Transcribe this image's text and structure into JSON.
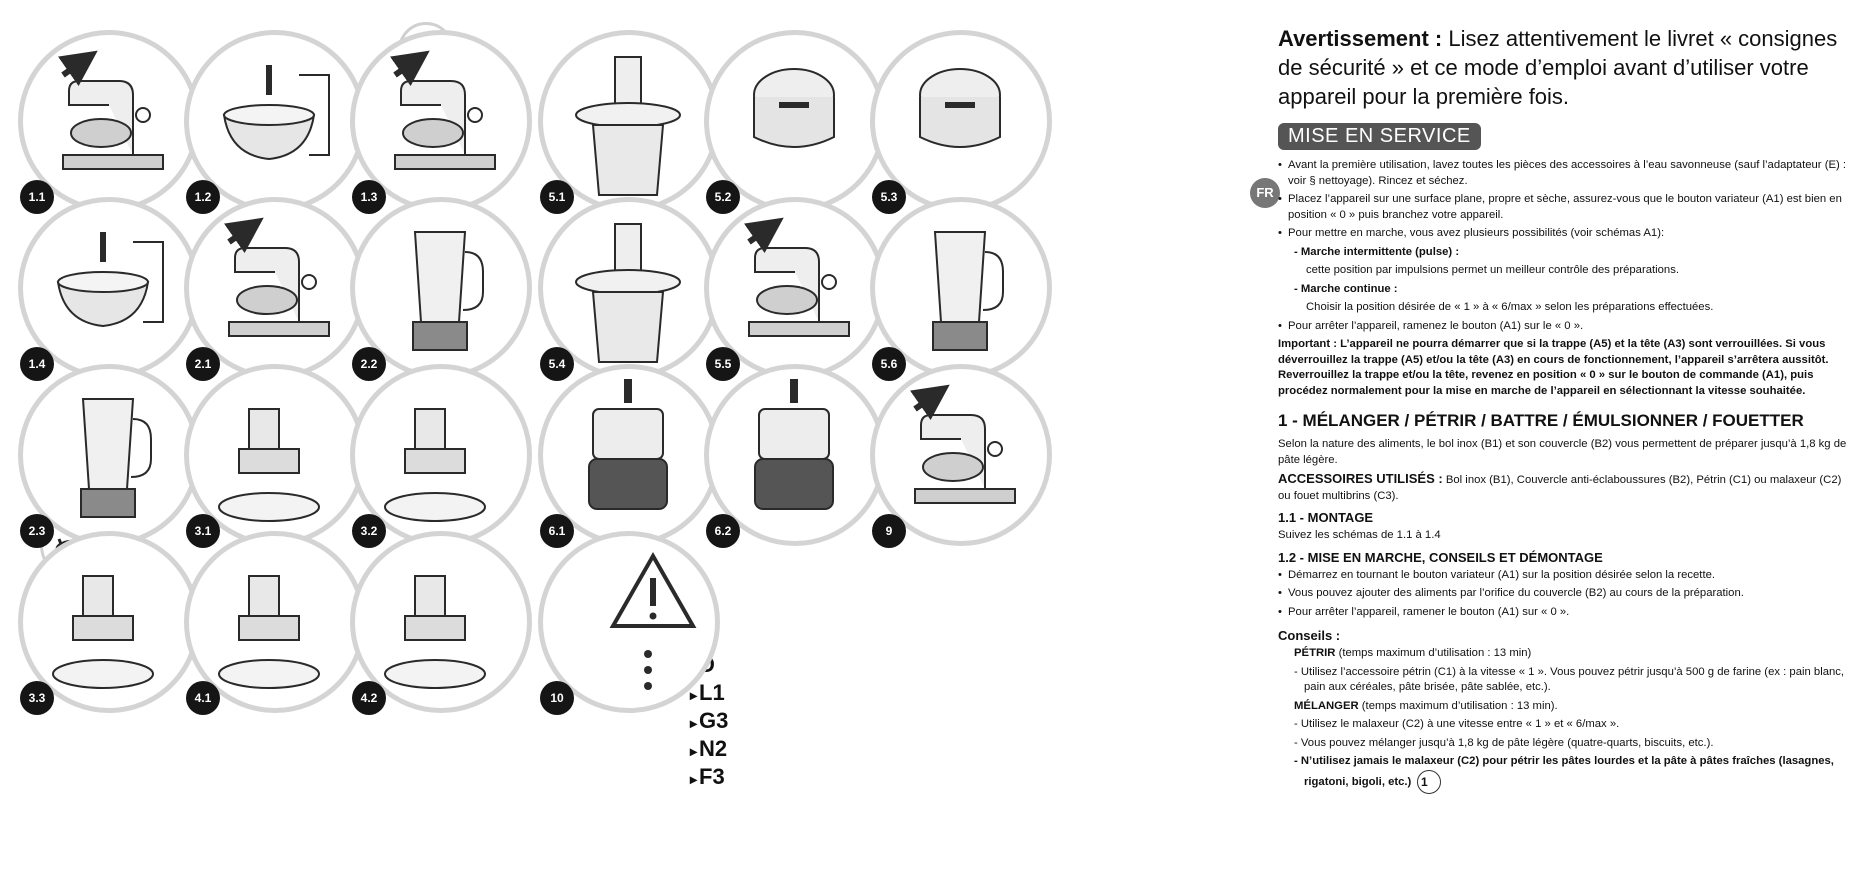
{
  "figures": [
    {
      "id": "1.1",
      "kind": "mixer"
    },
    {
      "id": "1.2",
      "kind": "bowl"
    },
    {
      "id": "1.3",
      "kind": "mixer"
    },
    {
      "id": "5.1",
      "kind": "processor"
    },
    {
      "id": "5.2",
      "kind": "lock"
    },
    {
      "id": "5.3",
      "kind": "lock"
    },
    {
      "id": "1.4",
      "kind": "bowl"
    },
    {
      "id": "2.1",
      "kind": "mixer"
    },
    {
      "id": "2.2",
      "kind": "blender"
    },
    {
      "id": "5.4",
      "kind": "processor"
    },
    {
      "id": "5.5",
      "kind": "mixer"
    },
    {
      "id": "5.6",
      "kind": "blender"
    },
    {
      "id": "2.3",
      "kind": "blender"
    },
    {
      "id": "3.1",
      "kind": "grinder"
    },
    {
      "id": "3.2",
      "kind": "grinder"
    },
    {
      "id": "6.1",
      "kind": "mill"
    },
    {
      "id": "6.2",
      "kind": "mill"
    },
    {
      "id": "9",
      "kind": "mixer"
    },
    {
      "id": "3.3",
      "kind": "grinder"
    },
    {
      "id": "4.1",
      "kind": "grinder"
    },
    {
      "id": "4.2",
      "kind": "grinder"
    },
    {
      "id": "10",
      "kind": "warning"
    }
  ],
  "warning_codes": [
    "D",
    "L1",
    "G3",
    "N2",
    "F3"
  ],
  "warning_letter": "L",
  "lang_badge": "FR",
  "text": {
    "warn_bold": "Avertissement :",
    "warn_rest": " Lisez attentivement le livret « consignes de sécurité » et ce mode d’emploi avant d’utiliser votre appareil pour la première fois.",
    "banner": "MISE EN SERVICE",
    "s1": "Avant la première utilisation, lavez toutes les pièces des accessoires à l’eau savonneuse (sauf l’adaptateur (E) : voir § nettoyage). Rincez et séchez.",
    "s2": "Placez l’appareil sur une surface plane, propre et sèche, assurez-vous que le bouton variateur (A1) est bien en position « 0 » puis branchez votre appareil.",
    "s3": "Pour mettre en marche, vous avez plusieurs possibilités (voir schémas A1):",
    "pulse_title": "- Marche intermittente (pulse) :",
    "pulse_text": "cette position par impulsions permet un meilleur contrôle des préparations.",
    "cont_title": "- Marche continue :",
    "cont_text": "Choisir la position désirée de « 1 » à « 6/max » selon les préparations effectuées.",
    "s4": "Pour arrêter l’appareil, ramenez le bouton (A1) sur le « 0 ».",
    "important": "Important : L’appareil ne pourra démarrer que si la trappe (A5) et la tête (A3) sont verrouillées. Si vous déverrouillez la trappe (A5) et/ou la tête (A3) en cours de fonctionnement, l’appareil s’arrêtera aussitôt. Reverrouillez la trappe et/ou la tête, revenez en position « 0 » sur le bouton de commande (A1), puis procédez normalement pour la mise en marche de l’appareil en sélectionnant la vitesse souhaitée.",
    "h1": "1 - MÉLANGER / PÉTRIR / BATTRE / ÉMULSIONNER / FOUETTER",
    "intro": "Selon la nature des aliments, le bol inox (B1) et son couvercle (B2) vous permettent de préparer jusqu’à 1,8 kg de pâte légère.",
    "acc_title": "ACCESSOIRES UTILISÉS :",
    "acc_text": " Bol inox (B1), Couvercle anti-éclaboussures (B2), Pétrin (C1) ou malaxeur (C2) ou fouet multibrins (C3).",
    "h11": "1.1 - MONTAGE",
    "h11_text": "Suivez les schémas de 1.1 à 1.4",
    "h12": "1.2 - MISE EN MARCHE, CONSEILS ET DÉMONTAGE",
    "m1": "Démarrez en tournant le bouton variateur (A1) sur la position désirée selon la recette.",
    "m2": "Vous pouvez ajouter des aliments par l’orifice du couvercle (B2) au cours de la préparation.",
    "m3": "Pour arrêter l’appareil, ramener le bouton (A1) sur « 0 ».",
    "conseils": "Conseils :",
    "petrir_t": "PÉTRIR",
    "petrir_r": " (temps maximum d’utilisation : 13 min)",
    "petrir_1": "- Utilisez l’accessoire pétrin (C1) à la vitesse « 1 ». Vous pouvez pétrir jusqu’à 500 g de farine (ex : pain blanc, pain aux céréales, pâte brisée, pâte sablée, etc.).",
    "melanger_t": "MÉLANGER",
    "melanger_r": " (temps maximum d’utilisation : 13 min).",
    "mel_1": "- Utilisez le malaxeur (C2) à une vitesse entre « 1 » et « 6/max ».",
    "mel_2": "- Vous pouvez mélanger jusqu’à 1,8 kg de pâte légère (quatre-quarts, biscuits, etc.).",
    "mel_3": "- N’utilisez jamais le malaxeur (C2) pour pétrir les pâtes lourdes et la pâte à pâtes fraîches (lasagnes, rigatoni, bigoli, etc.)",
    "page": "1"
  }
}
